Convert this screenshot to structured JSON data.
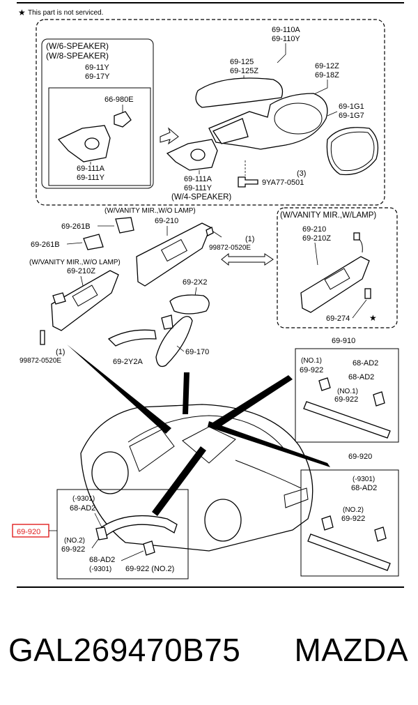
{
  "diagram": {
    "notice": "This part is not serviced.",
    "groups": {
      "w6_speaker": "(W/6-SPEAKER)",
      "w8_speaker": "(W/8-SPEAKER)",
      "w4_speaker": "(W/4-SPEAKER)",
      "vanity_no_lamp_top": "(W/VANITY MIR.,W/O LAMP)",
      "vanity_lamp": "(W/VANITY MIR.,W/LAMP)",
      "vanity_no_lamp_left": "(W/VANITY MIR.,W/O LAMP)"
    },
    "labels": {
      "l_69_110A": "69-110A",
      "l_69_110Y": "69-110Y",
      "l_69_125": "69-125",
      "l_69_125Z": "69-125Z",
      "l_69_12Z": "69-12Z",
      "l_69_18Z": "69-18Z",
      "l_69_11Y": "69-11Y",
      "l_69_17Y": "69-17Y",
      "l_66_980E": "66-980E",
      "l_69_1G1": "69-1G1",
      "l_69_1G7": "69-1G7",
      "l_69_111A_in": "69-111A",
      "l_69_111Y_in": "69-111Y",
      "l_69_111A_out": "69-111A",
      "l_69_111Y_out": "69-111Y",
      "l_9YA77": "9YA77-0501",
      "l_3": "(3)",
      "l_69_261B_a": "69-261B",
      "l_69_261B_b": "69-261B",
      "l_69_210_top": "69-210",
      "l_99872_a": "99872-0520E",
      "l_1_a": "(1)",
      "l_69_210_r": "69-210",
      "l_69_210Z_r": "69-210Z",
      "l_69_274": "69-274",
      "l_69_210Z_l": "69-210Z",
      "l_69_2X2": "69-2X2",
      "l_99872_b": "99872-0520E",
      "l_1_b": "(1)",
      "l_69_2Y2A": "69-2Y2A",
      "l_69_170": "69-170",
      "l_69_910": "69-910",
      "l_no1_a": "(NO.1)",
      "l_69_922_a": "69-922",
      "l_68_AD2_a": "68-AD2",
      "l_68_AD2_b": "68-AD2",
      "l_no1_b": "(NO.1)",
      "l_69_922_b": "69-922",
      "l_69_920_r": "69-920",
      "l_9301_r": "(-9301)",
      "l_68_AD2_r": "68-AD2",
      "l_no2_r": "(NO.2)",
      "l_69_922_r": "69-922",
      "l_9301_l": "(-9301)",
      "l_68_AD2_l": "68-AD2",
      "l_no2_l": "(NO.2)",
      "l_69_922_l": "69-922",
      "l_68_AD2_l2": "68-AD2",
      "l_9301_l2": "(-9301)",
      "l_69_922_no2": "69-922 (NO.2)",
      "l_69_920_hl": "69-920"
    },
    "highlight_color": "#e02020"
  },
  "footer": {
    "part_number": "GAL269470B75",
    "brand": "MAZDA"
  }
}
